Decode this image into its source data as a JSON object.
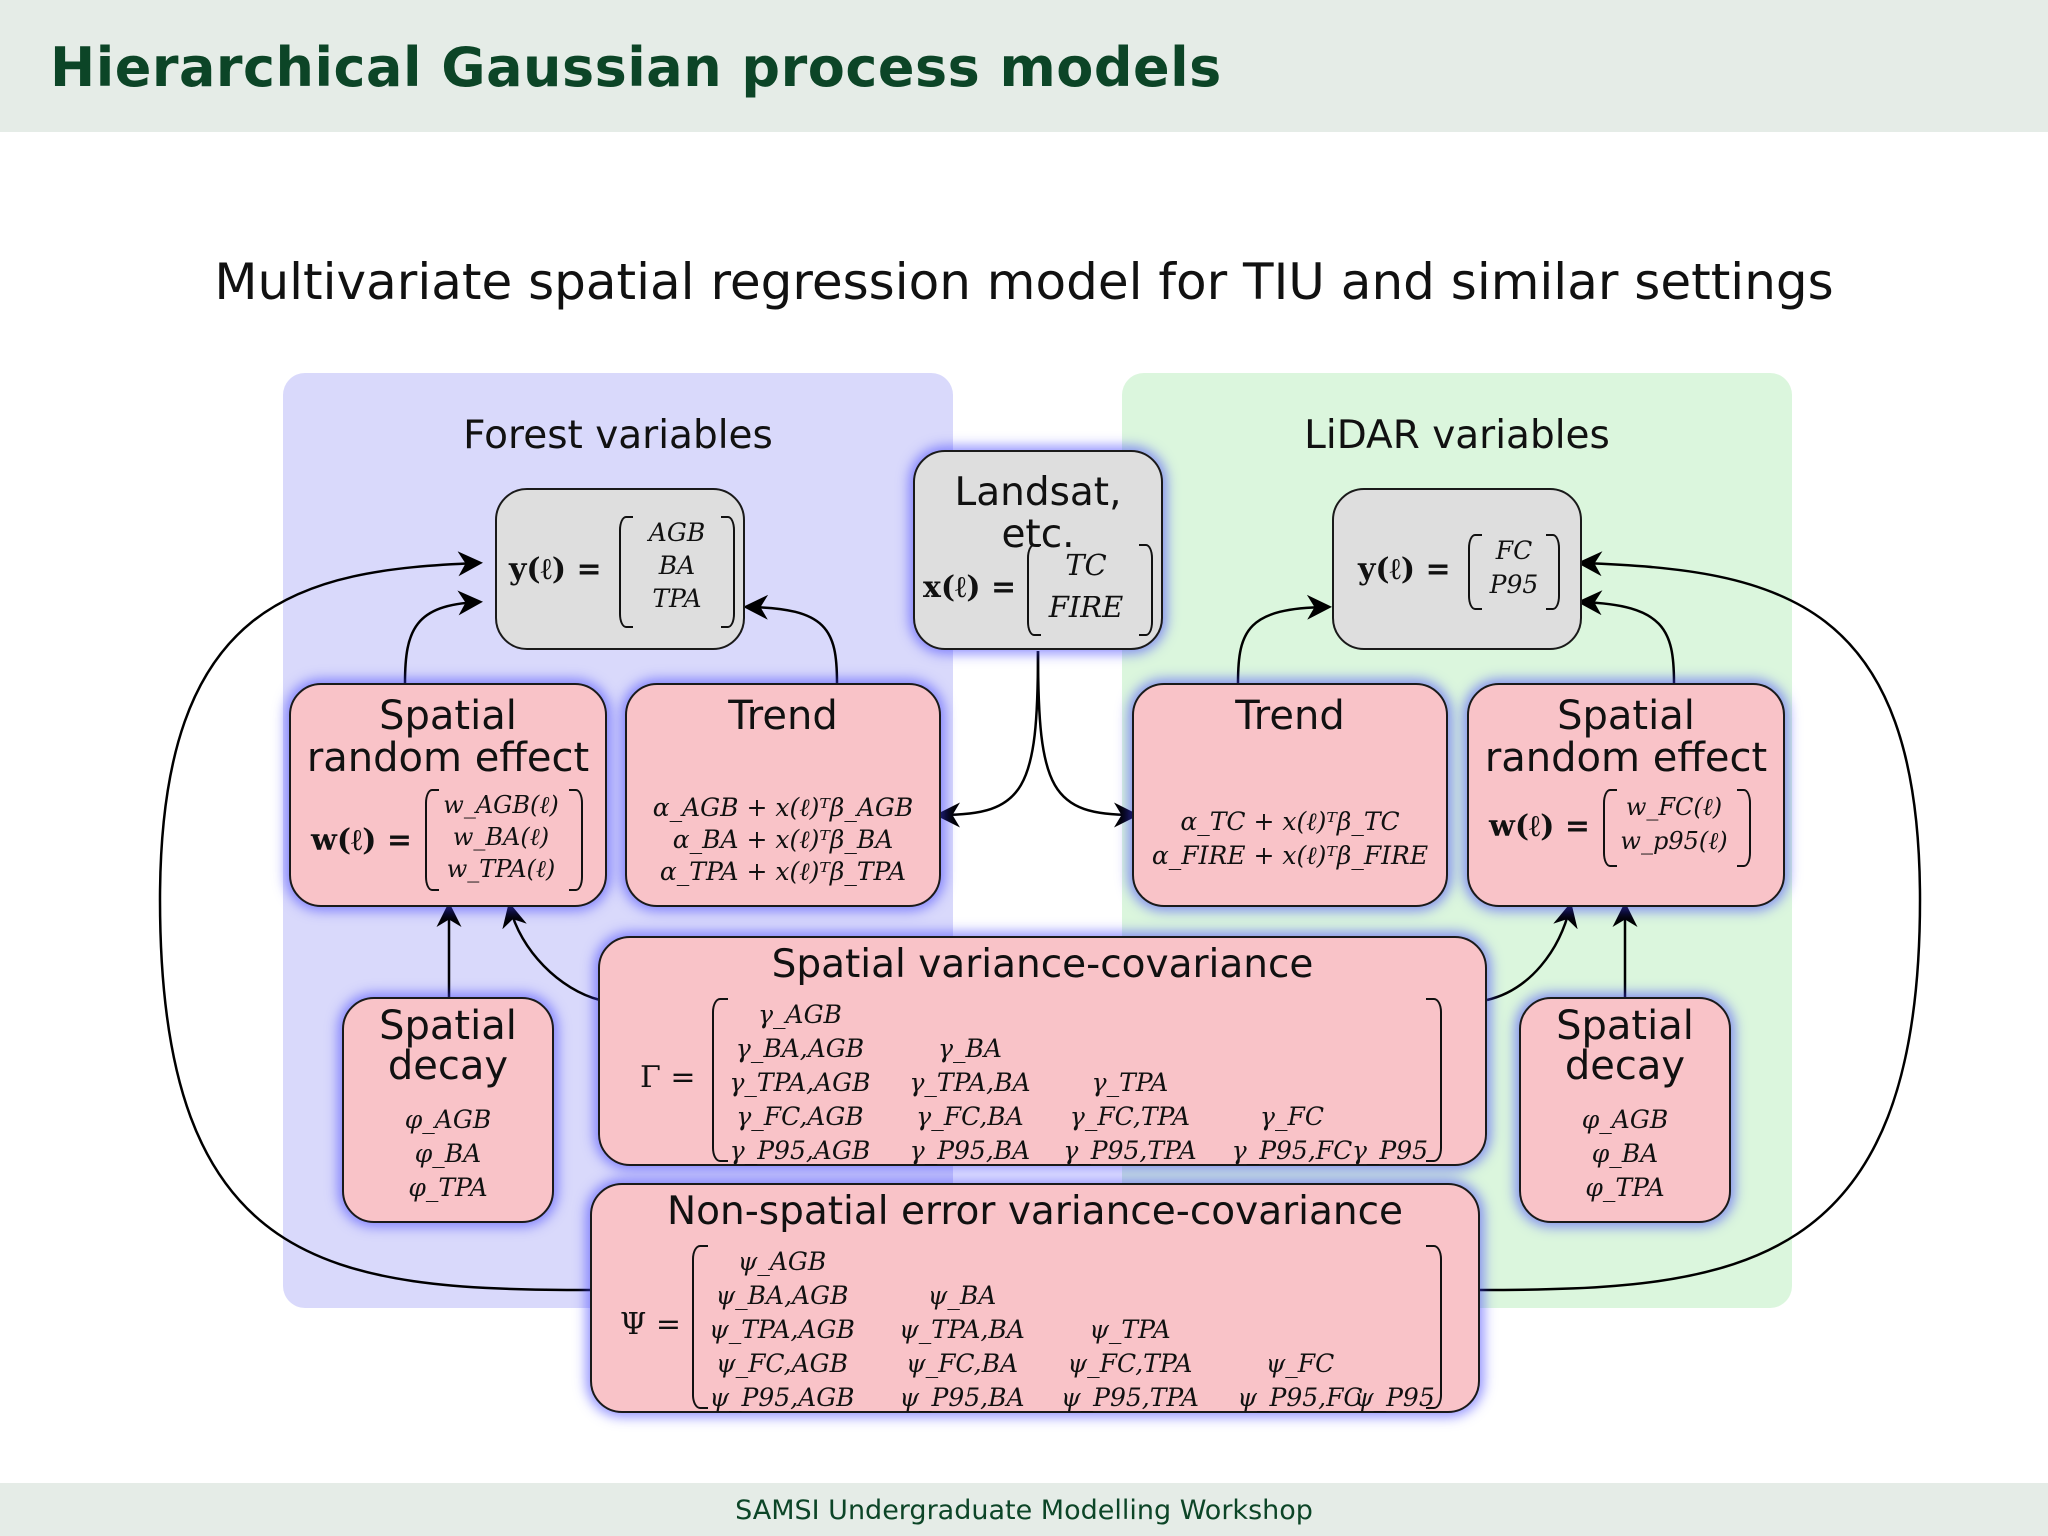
{
  "slide": {
    "header_title": "Hierarchical Gaussian process models",
    "subtitle": "Multivariate spatial regression model for TIU and similar settings",
    "footer": "SAMSI Undergraduate Modelling Workshop"
  },
  "colors": {
    "header_bg": "#e5ece7",
    "title_green": "#0c4527",
    "forest_panel": "#d9d9fb",
    "lidar_panel": "#dbf6dd",
    "box_red": "#f9c3c8",
    "box_gray": "#dedede",
    "glow_blue": "#3c3cff",
    "math_blue": "#2233cc"
  },
  "forest": {
    "title": "Forest variables",
    "response": {
      "lhs": "y(ℓ) =",
      "entries": [
        "AGB",
        "BA",
        "TPA"
      ]
    },
    "spatial_random_effect": {
      "title_line1": "Spatial",
      "title_line2": "random effect",
      "lhs": "w(ℓ) =",
      "entries": [
        "w_AGB(ℓ)",
        "w_BA(ℓ)",
        "w_TPA(ℓ)"
      ]
    },
    "trend": {
      "title": "Trend",
      "lines": [
        "α_AGB + x(ℓ)ᵀβ_AGB",
        "α_BA + x(ℓ)ᵀβ_BA",
        "α_TPA + x(ℓ)ᵀβ_TPA"
      ]
    },
    "spatial_decay": {
      "title_line1": "Spatial",
      "title_line2": "decay",
      "params": [
        "φ_AGB",
        "φ_BA",
        "φ_TPA"
      ]
    }
  },
  "landsat": {
    "title": "Landsat, etc.",
    "lhs": "x(ℓ) =",
    "entries": [
      "TC",
      "FIRE"
    ]
  },
  "lidar": {
    "title": "LiDAR variables",
    "response": {
      "lhs": "y(ℓ) =",
      "entries": [
        "FC",
        "P95"
      ]
    },
    "trend": {
      "title": "Trend",
      "lines": [
        "α_TC + x(ℓ)ᵀβ_TC",
        "α_FIRE + x(ℓ)ᵀβ_FIRE"
      ]
    },
    "spatial_random_effect": {
      "title_line1": "Spatial",
      "title_line2": "random effect",
      "lhs": "w(ℓ) =",
      "entries": [
        "w_FC(ℓ)",
        "w_p95(ℓ)"
      ]
    },
    "spatial_decay": {
      "title_line1": "Spatial",
      "title_line2": "decay",
      "params": [
        "φ_AGB",
        "φ_BA",
        "φ_TPA"
      ]
    }
  },
  "spatial_cov": {
    "title": "Spatial variance-covariance",
    "lhs": "Γ =",
    "rows": [
      [
        "γ_AGB"
      ],
      [
        "γ_BA,AGB",
        "γ_BA"
      ],
      [
        "γ_TPA,AGB",
        "γ_TPA,BA",
        "γ_TPA"
      ],
      [
        "γ_FC,AGB",
        "γ_FC,BA",
        "γ_FC,TPA",
        "γ_FC"
      ],
      [
        "γ_P95,AGB",
        "γ_P95,BA",
        "γ_P95,TPA",
        "γ_P95,FC",
        "γ_P95"
      ]
    ]
  },
  "nonspatial_cov": {
    "title": "Non-spatial error variance-covariance",
    "lhs": "Ψ =",
    "rows": [
      [
        "ψ_AGB"
      ],
      [
        "ψ_BA,AGB",
        "ψ_BA"
      ],
      [
        "ψ_TPA,AGB",
        "ψ_TPA,BA",
        "ψ_TPA"
      ],
      [
        "ψ_FC,AGB",
        "ψ_FC,BA",
        "ψ_FC,TPA",
        "ψ_FC"
      ],
      [
        "ψ_P95,AGB",
        "ψ_P95,BA",
        "ψ_P95,TPA",
        "ψ_P95,FC",
        "ψ_P95"
      ]
    ]
  }
}
